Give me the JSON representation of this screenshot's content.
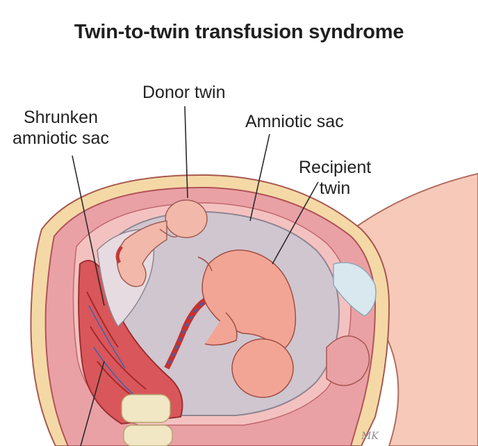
{
  "title": "Twin-to-twin transfusion syndrome",
  "labels": {
    "donor_twin": "Donor twin",
    "shrunken_sac_line1": "Shrunken",
    "shrunken_sac_line2": "amniotic sac",
    "amniotic_sac": "Amniotic sac",
    "recipient_line1": "Recipient",
    "recipient_line2": "twin"
  },
  "signature": "MK",
  "colors": {
    "uterus_wall": "#e9a1a5",
    "uterus_inner": "#f3c2c0",
    "fat_layer": "#f4d9a6",
    "amniotic_fluid": "#cfc6cf",
    "fetus_skin": "#f2b8a9",
    "recipient_skin": "#f3a595",
    "placenta": "#d9565a",
    "artery": "#c9302c",
    "vein": "#3a63b5",
    "spine": "#f1e7c4"
  }
}
